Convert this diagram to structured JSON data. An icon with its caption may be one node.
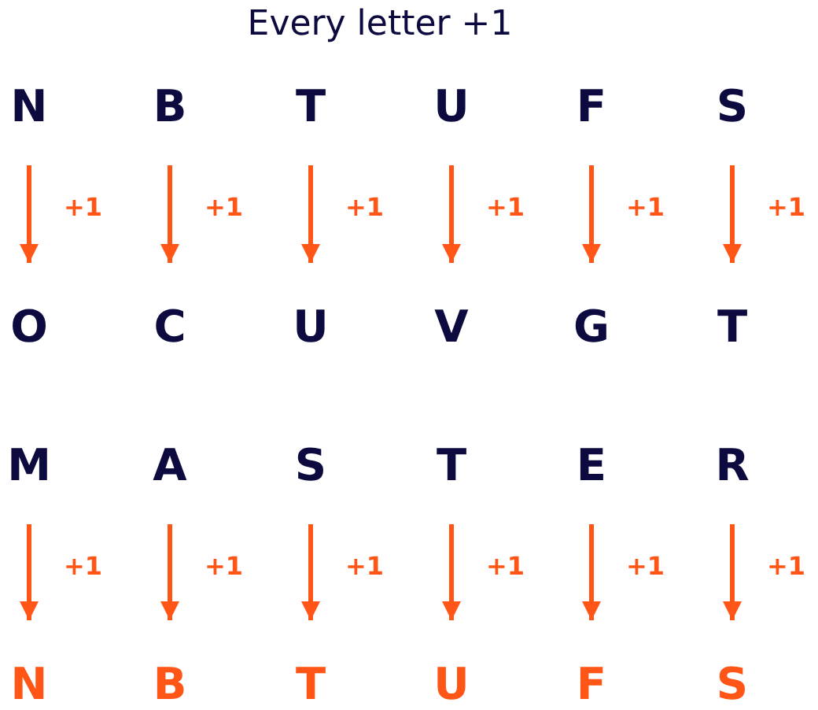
{
  "diagram": {
    "title": "Every letter +1",
    "nodes": [
      {
        "text": [
          "N"
        ]
      },
      {
        "text": [
          "B"
        ]
      },
      {
        "text": [
          "T"
        ]
      },
      {
        "text": [
          "U"
        ]
      },
      {
        "text": [
          "F"
        ]
      },
      {
        "text": [
          "S"
        ]
      },
      {
        "text": [
          "O"
        ]
      },
      {
        "text": [
          "C"
        ]
      },
      {
        "text": [
          "U"
        ]
      },
      {
        "text": [
          "V"
        ]
      },
      {
        "text": [
          "G"
        ]
      },
      {
        "text": [
          "T"
        ]
      },
      {
        "text": [
          "M"
        ]
      },
      {
        "text": [
          "A"
        ]
      },
      {
        "text": [
          "S"
        ]
      },
      {
        "text": [
          "T"
        ]
      },
      {
        "text": [
          "E"
        ]
      },
      {
        "text": [
          "R"
        ]
      },
      {
        "text": [
          "N"
        ]
      },
      {
        "text": [
          "B"
        ]
      },
      {
        "text": [
          "T"
        ]
      },
      {
        "text": [
          "U"
        ]
      },
      {
        "text": [
          "F"
        ]
      },
      {
        "text": [
          "S"
        ]
      }
    ],
    "edges": [
      {
        "from": 0,
        "to": 6,
        "arrow": "to",
        "label": "+1"
      },
      {
        "from": 1,
        "to": 7,
        "arrow": "to",
        "label": "+1"
      },
      {
        "from": 2,
        "to": 8,
        "arrow": "to",
        "label": "+1"
      },
      {
        "from": 3,
        "to": 9,
        "arrow": "to",
        "label": "+1"
      },
      {
        "from": 4,
        "to": 10,
        "arrow": "to",
        "label": "+1"
      },
      {
        "from": 5,
        "to": 11,
        "arrow": "to",
        "label": "+1"
      },
      {
        "from": 12,
        "to": 18,
        "arrow": "to",
        "label": "+1"
      },
      {
        "from": 13,
        "to": 19,
        "arrow": "to",
        "label": "+1"
      },
      {
        "from": 14,
        "to": 20,
        "arrow": "to",
        "label": "+1"
      },
      {
        "from": 15,
        "to": 21,
        "arrow": "to",
        "label": "+1"
      },
      {
        "from": 16,
        "to": 22,
        "arrow": "to",
        "label": "+1"
      },
      {
        "from": 17,
        "to": 23,
        "arrow": "to",
        "label": "+1"
      }
    ]
  }
}
